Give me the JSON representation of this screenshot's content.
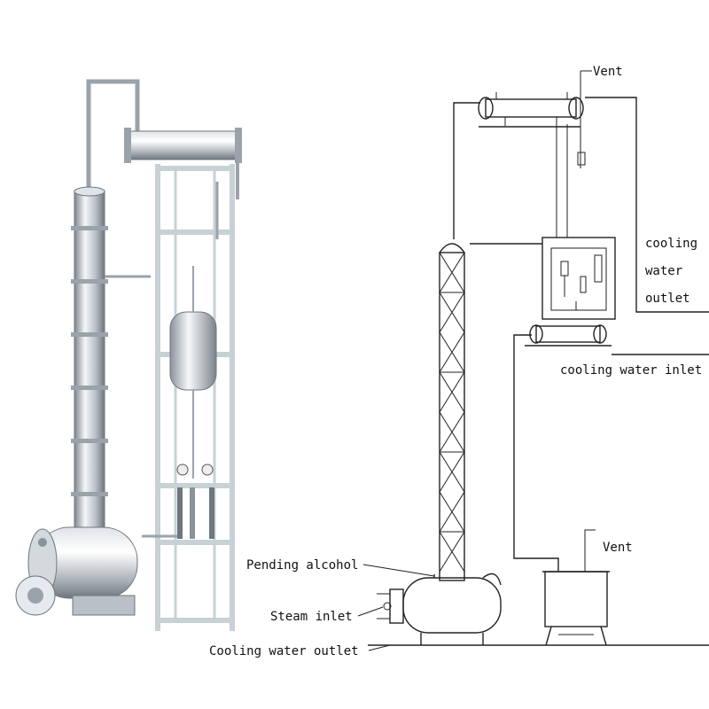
{
  "labels": {
    "vent_top": "Vent",
    "cooling_water_outlet_right": [
      "cooling",
      "water",
      "outlet"
    ],
    "cooling_water_inlet": "cooling water inlet",
    "vent_receiver": "Vent",
    "pending_alcohol": "Pending alcohol",
    "steam_inlet": "Steam inlet",
    "cooling_water_outlet_bottom": "Cooling water outlet"
  },
  "colors": {
    "steel_light": "#eef1f4",
    "steel_mid": "#b9c0c8",
    "steel_dark": "#7d858e",
    "frame": "#c7d1d6",
    "line": "#222222"
  }
}
